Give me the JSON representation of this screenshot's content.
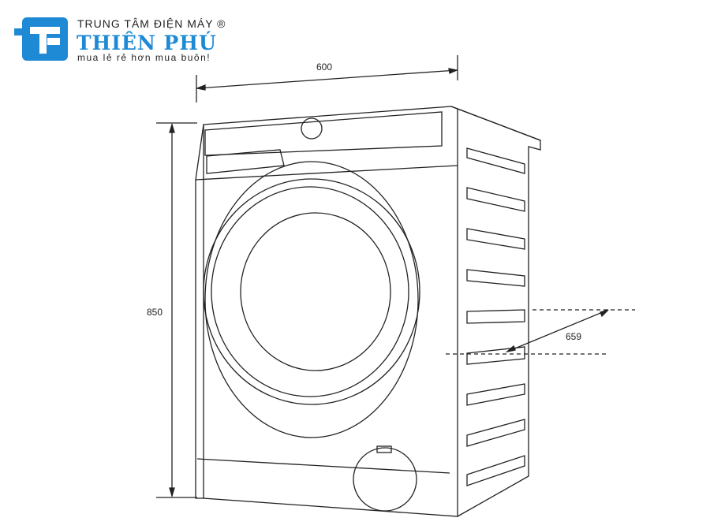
{
  "logo": {
    "line1": "TRUNG TÂM ĐIỆN MÁY ®",
    "line2": "THIÊN PHÚ",
    "tagline": "mua lẻ rẻ hơn mua buôn!",
    "color": "#1e8ad6"
  },
  "dimensions": {
    "width": "600",
    "height": "850",
    "depth": "659"
  }
}
